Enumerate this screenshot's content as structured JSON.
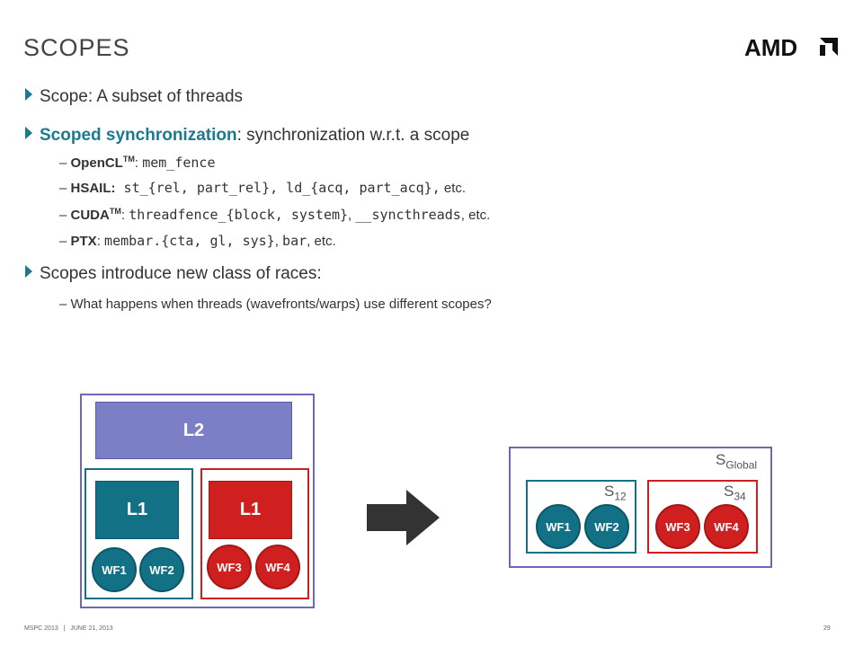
{
  "title": "SCOPES",
  "logo_text": "AMD",
  "bullets": {
    "b1": "Scope: A subset of threads",
    "b2_highlight": "Scoped synchronization",
    "b2_rest": ": synchronization w.r.t. a scope",
    "opencl": {
      "name": "OpenCL",
      "tm": "TM",
      "sep": ": ",
      "code": "mem_fence"
    },
    "hsail": {
      "name": "HSAIL:",
      "code": " st_{rel, part_rel}, ld_{acq, part_acq},",
      "tail": " etc."
    },
    "cuda": {
      "name": "CUDA",
      "tm": "TM",
      "sep": ": ",
      "code1": "threadfence_{block, system}",
      "mid": ", ",
      "code2": "__syncthreads",
      "tail": ", etc."
    },
    "ptx": {
      "name": "PTX",
      "sep": ": ",
      "code1": "membar.{cta, gl, sys}",
      "mid": ", ",
      "code2": "bar",
      "tail": ", etc."
    },
    "b3": "Scopes introduce new class of races:",
    "b3_sub": "What happens when threads (wavefronts/warps) use different scopes?"
  },
  "dash": "–",
  "left_diagram": {
    "l2": "L2",
    "l1_left": "L1",
    "l1_right": "L1",
    "wf": [
      "WF1",
      "WF2",
      "WF3",
      "WF4"
    ]
  },
  "right_diagram": {
    "s_global": {
      "base": "S",
      "sub": "Global"
    },
    "s12": {
      "base": "S",
      "sub": "12"
    },
    "s34": {
      "base": "S",
      "sub": "34"
    },
    "wf": [
      "WF1",
      "WF2",
      "WF3",
      "WF4"
    ]
  },
  "footer": "MSPC 2013   |   JUNE 21, 2013",
  "page_number": "29",
  "colors": {
    "teal": "#137186",
    "red": "#d01f1f",
    "purple": "#7b7fc6",
    "outline": "#6a6ab8",
    "arrow": "#333333"
  }
}
